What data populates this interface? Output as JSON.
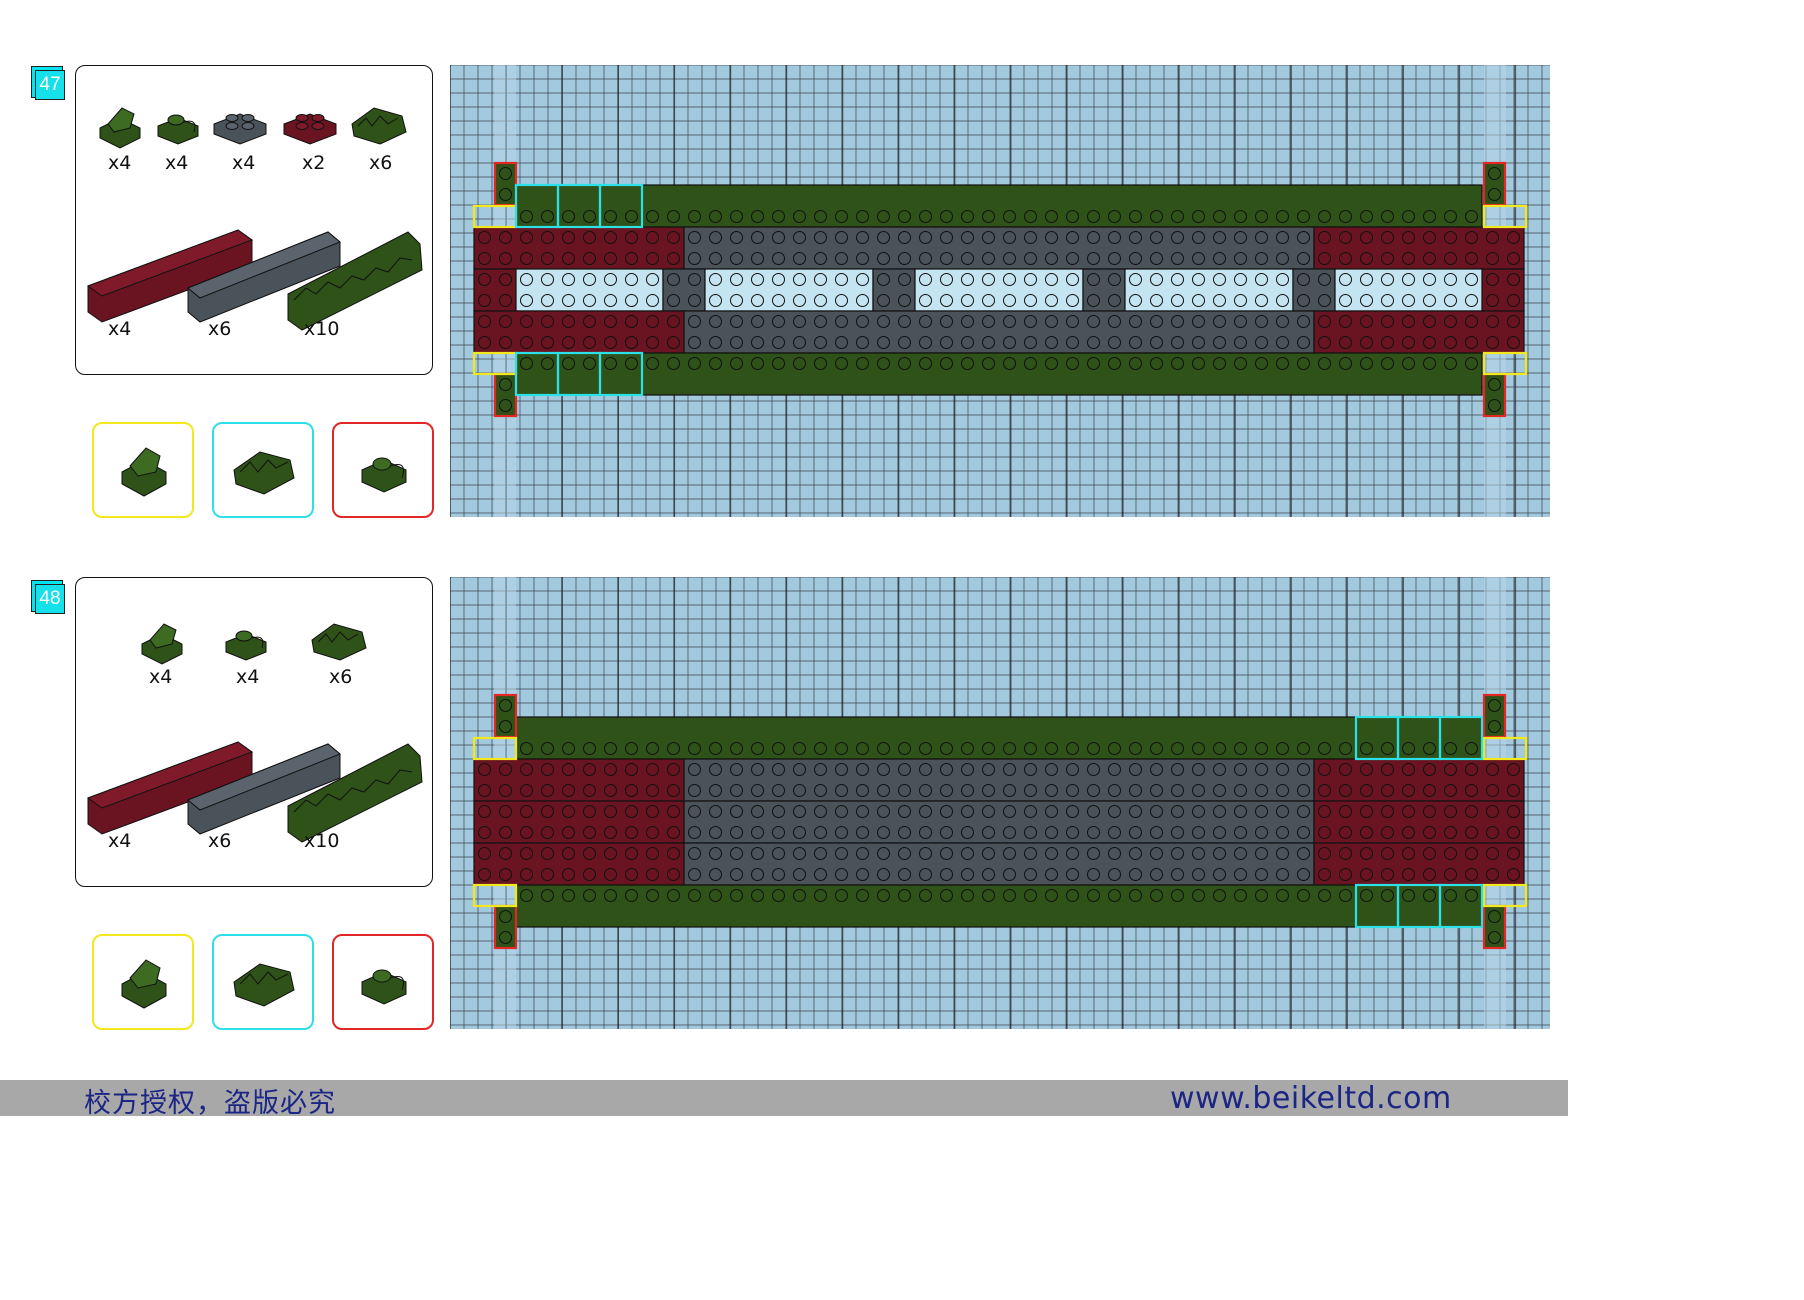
{
  "colors": {
    "baseplate": "#a3c9df",
    "dark_green": "#2e5218",
    "dark_red": "#6b1421",
    "dark_gray": "#4a525a",
    "trans_light_blue": "#c5e4f1",
    "highlight_yellow": "#f2e81e",
    "highlight_cyan": "#2de0e8",
    "highlight_red": "#e32626",
    "step_badge": "#16e0ea",
    "footer_text": "#1b2585"
  },
  "steps": [
    {
      "number": "47",
      "small_parts": [
        {
          "icon": "dark-green-slope-brick-icon",
          "qty": "x4"
        },
        {
          "icon": "dark-green-clip-plate-icon",
          "qty": "x4"
        },
        {
          "icon": "dark-gray-2x2-plate-icon",
          "qty": "x4"
        },
        {
          "icon": "dark-red-2x2-plate-icon",
          "qty": "x2"
        },
        {
          "icon": "dark-green-rockery-brick-icon",
          "qty": "x6"
        }
      ],
      "long_parts": [
        {
          "icon": "dark-red-long-brick-icon",
          "qty": "x4"
        },
        {
          "icon": "dark-gray-long-brick-icon",
          "qty": "x6"
        },
        {
          "icon": "dark-green-rockery-long-brick-icon",
          "qty": "x10"
        }
      ],
      "callouts": [
        {
          "color": "yellow",
          "icon": "slope-brick-icon"
        },
        {
          "color": "cyan",
          "icon": "rockery-brick-icon"
        },
        {
          "color": "red",
          "icon": "clip-plate-icon"
        }
      ],
      "layout": "bridge"
    },
    {
      "number": "48",
      "small_parts": [
        {
          "icon": "dark-green-slope-brick-icon",
          "qty": "x4"
        },
        {
          "icon": "dark-green-clip-plate-icon",
          "qty": "x4"
        },
        {
          "icon": "dark-green-rockery-brick-icon",
          "qty": "x6"
        }
      ],
      "long_parts": [
        {
          "icon": "dark-red-long-brick-icon",
          "qty": "x4"
        },
        {
          "icon": "dark-gray-long-brick-icon",
          "qty": "x6"
        },
        {
          "icon": "dark-green-rockery-long-brick-icon",
          "qty": "x10"
        }
      ],
      "callouts": [
        {
          "color": "yellow",
          "icon": "slope-brick-icon"
        },
        {
          "color": "cyan",
          "icon": "rockery-brick-icon"
        },
        {
          "color": "red",
          "icon": "clip-plate-icon"
        }
      ],
      "layout": "solid"
    }
  ],
  "footer": {
    "left_text": "校方授权，盗版必究",
    "right_text": "www.beikeltd.com"
  }
}
